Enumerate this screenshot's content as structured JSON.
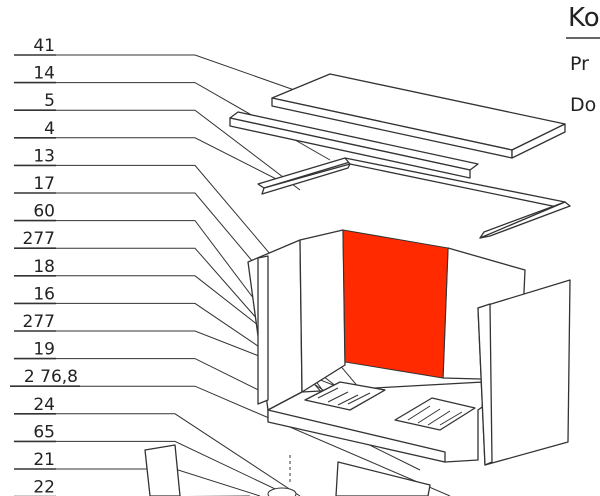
{
  "header": {
    "title_fragment": "Ko",
    "line2_fragment": "Pr",
    "line3_fragment": "Do"
  },
  "part_labels": [
    "41",
    "14",
    "5",
    "4",
    "13",
    "17",
    "60",
    "277",
    "18",
    "16",
    "277",
    "19",
    "2 76,8",
    "24",
    "65",
    "21",
    "22"
  ],
  "colors": {
    "highlight_part": "#ff2a00",
    "ink": "#333333",
    "background": "#ffffff"
  }
}
